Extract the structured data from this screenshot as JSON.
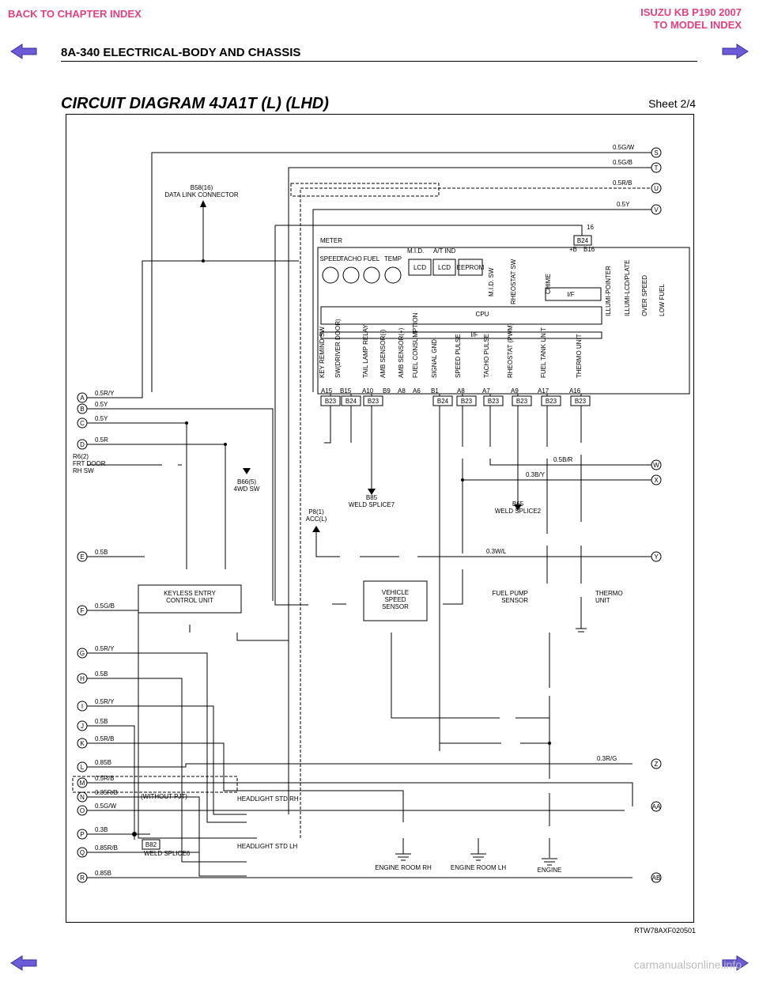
{
  "nav": {
    "back_chapter": "BACK TO CHAPTER INDEX",
    "model_title": "ISUZU KB P190 2007",
    "model_index": "TO MODEL INDEX"
  },
  "header": {
    "section": "8A-340  ELECTRICAL-BODY AND CHASSIS"
  },
  "diagram": {
    "title": "CIRCUIT DIAGRAM 4JA1T (L) (LHD)",
    "sheet": "Sheet 2/4",
    "figure_code": "RTW78AXF020501",
    "left_terminals": [
      "A",
      "B",
      "C",
      "D",
      "E",
      "F",
      "G",
      "H",
      "I",
      "J",
      "K",
      "L",
      "M",
      "N",
      "O",
      "P",
      "Q",
      "R"
    ],
    "right_terminals": [
      "S",
      "T",
      "U",
      "V",
      "W",
      "X",
      "Y",
      "Z",
      "AA",
      "AB"
    ],
    "left_wires": [
      {
        "label": "0.5R/Y"
      },
      {
        "label": "0.5Y"
      },
      {
        "label": "0.5Y"
      },
      {
        "label": "0.5R"
      },
      {
        "label": "0.5B"
      },
      {
        "label": "0.5G/B"
      },
      {
        "label": "0.5R/Y"
      },
      {
        "label": "0.5B"
      },
      {
        "label": "0.5R/Y"
      },
      {
        "label": "0.5B"
      },
      {
        "label": "0.5R/B"
      },
      {
        "label": "0.85B"
      },
      {
        "label": "0.5R/B"
      },
      {
        "label": "0.85R/B"
      },
      {
        "label": "0.5G/W"
      },
      {
        "label": "0.3B"
      },
      {
        "label": "0.85R/B"
      },
      {
        "label": "0.85B"
      }
    ],
    "right_wires": [
      {
        "label": "0.5G/W"
      },
      {
        "label": "0.5G/B"
      },
      {
        "label": "0.5R/B"
      },
      {
        "label": "0.5Y"
      },
      {
        "label": "0.5B/R"
      },
      {
        "label": "0.3B/Y"
      },
      {
        "label": "0.3W/L"
      },
      {
        "label": "0.3R/G"
      }
    ],
    "meter": {
      "title": "METER",
      "gauges": [
        "SPEED",
        "TACHO",
        "FUEL",
        "TEMP"
      ],
      "mid": "M.I.D.",
      "at_ind": "A/T IND",
      "lcd1": "LCD",
      "lcd2": "LCD",
      "eeprom": "EEPROM",
      "mid_sw": "M.I.D. SW",
      "rheostat_sw": "RHEOSTAT SW",
      "chime": "CHIME",
      "if_upper": "I/F",
      "cpu": "CPU",
      "if_lower": "I/F",
      "pb": "+B",
      "b16": "B16",
      "b24": "B24",
      "pin16": "16",
      "indicators": [
        "ILLUMI-POINTER",
        "ILLUMI-LCD/PLATE",
        "OVER SPEED",
        "LOW FUEL"
      ],
      "inputs": [
        "KEY REMIND SW",
        "SW(DRIVER DOOR)",
        "TAIL LAMP RELAY",
        "AMB SENSOR(-)",
        "AMB SENSOR(+)",
        "FUEL CONSUMPTION",
        "SIGNAL GND",
        "SPEED PULSE",
        "TACHO PULSE",
        "RHEOSTAT (PWM)",
        "FUEL TANK UNIT",
        "THERMO UNIT"
      ],
      "pins": [
        "A15",
        "B15",
        "A10",
        "B9",
        "A8",
        "A6",
        "B1",
        "A8",
        "A7",
        "A9",
        "A17",
        "A16"
      ],
      "connectors": [
        "B23",
        "B24",
        "B23",
        "B24",
        "B23",
        "B23",
        "B23",
        "B23",
        "B23"
      ]
    },
    "components": {
      "data_link": "B58(16)\nDATA LINK CONNECTOR",
      "frt_door": "R6(2)\nFRT DOOR\nRH SW",
      "four_wd": "B66(5)\n4WD SW",
      "weld7": "B85\nWELD SPLICE7",
      "weld2": "B65\nWELD SPLICE2",
      "acc": "P8(1)\nACC(L)",
      "keyless": "KEYLESS ENTRY\nCONTROL UNIT",
      "vss": "VEHICLE\nSPEED\nSENSOR",
      "fuel_pump": "FUEL PUMP\nSENSOR",
      "thermo": "THERMO\nUNIT",
      "without_pjt": "(WITHOUT PJT)",
      "weld6": "WELD SPLICE6",
      "b82": "B82",
      "headlight_rh": "HEADLIGHT STD RH",
      "headlight_lh": "HEADLIGHT STD LH",
      "ground_rh": "ENGINE ROOM RH",
      "ground_lh": "ENGINE ROOM LH",
      "ground_engine": "ENGINE"
    }
  }
}
